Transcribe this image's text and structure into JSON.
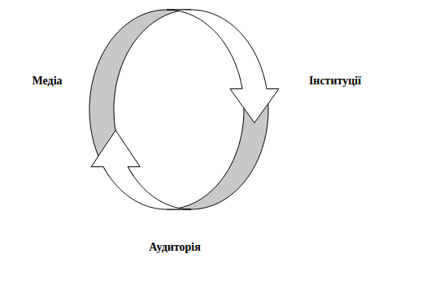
{
  "diagram": {
    "labels": [
      "Медіа",
      "Інституції",
      "Аудиторія"
    ]
  }
}
